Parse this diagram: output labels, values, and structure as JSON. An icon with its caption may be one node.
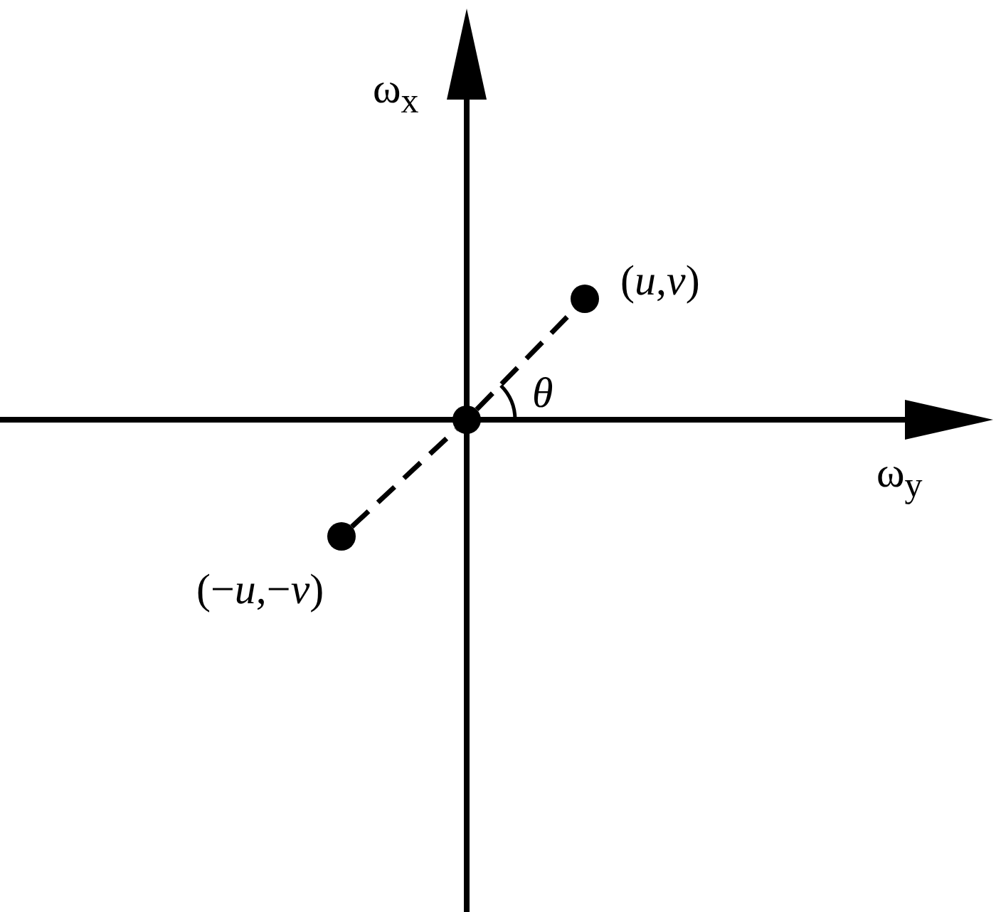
{
  "diagram": {
    "nodes": [
      {
        "text": [],
        "shape": "circle",
        "beside": [
          "(*u*,*v*)"
        ]
      },
      {
        "text": [],
        "shape": "circle"
      },
      {
        "text": [],
        "shape": "circle",
        "beside": [
          "(−*u*,−*v*)"
        ]
      }
    ],
    "edges": [
      {
        "from": 2,
        "to": 1,
        "arrow": "none",
        "style": "dashed"
      },
      {
        "from": 1,
        "to": 0,
        "arrow": "none",
        "style": "dashed"
      }
    ],
    "labels": [
      "ω$_{x}$",
      "ω$_{y}$",
      "θ"
    ]
  }
}
